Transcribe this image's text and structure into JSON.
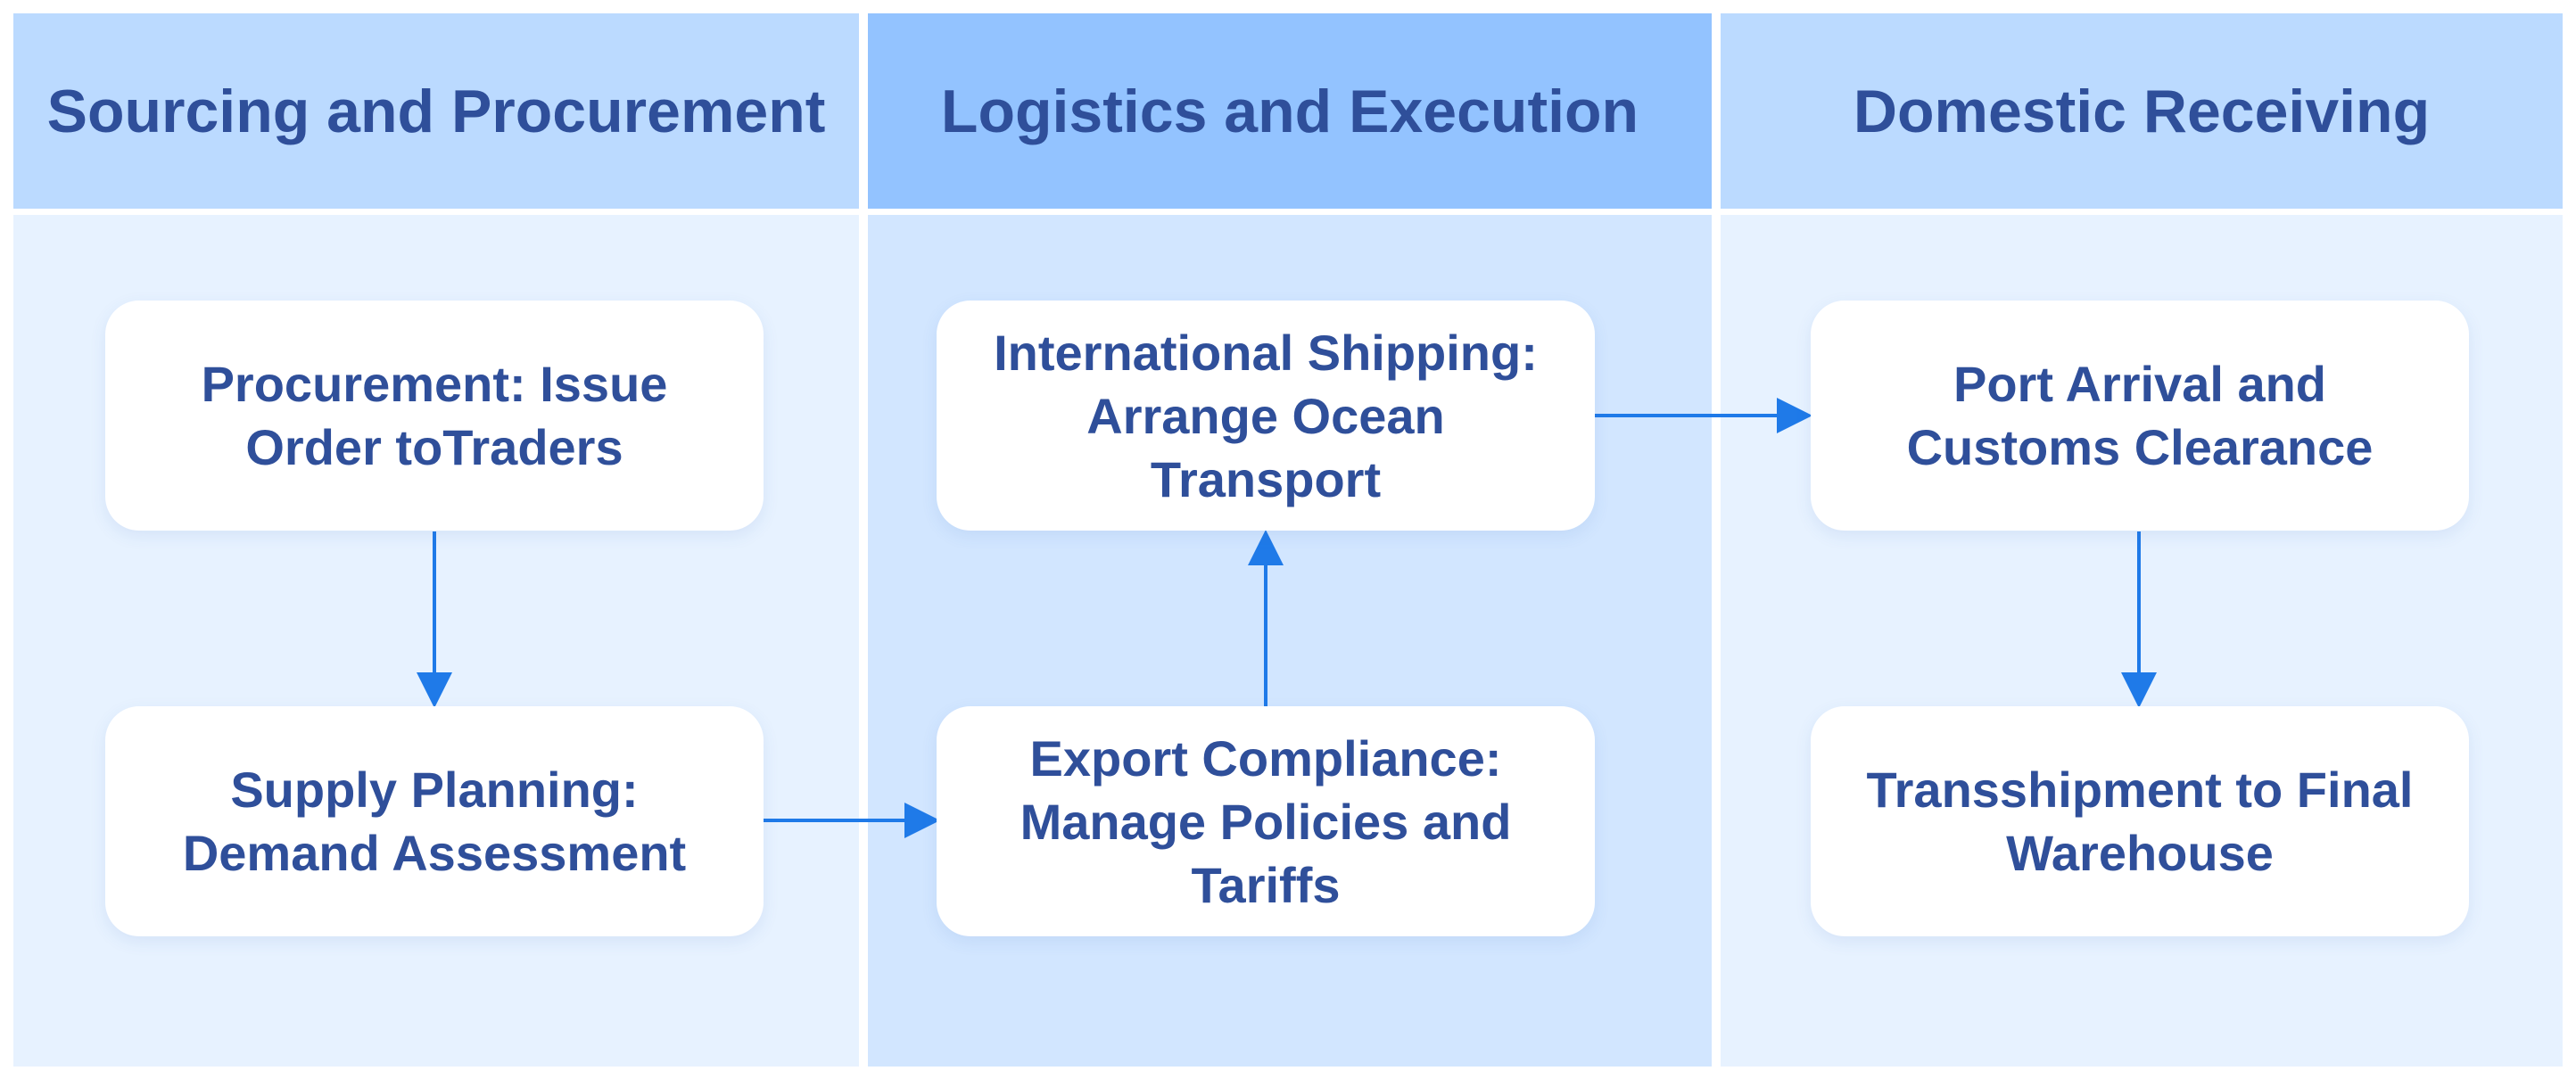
{
  "lanes": [
    {
      "title": "Sourcing and Procurement"
    },
    {
      "title": "Logistics and Execution"
    },
    {
      "title": "Domestic Receiving"
    }
  ],
  "nodes": {
    "procurement": "Procurement: Issue Order toTraders",
    "supply_planning": "Supply Planning: Demand Assessment",
    "export_compliance": "Export Compliance: Manage Policies and Tariffs",
    "international_shipping": "International Shipping: Arrange Ocean Transport",
    "port_arrival": "Port Arrival and Customs Clearance",
    "transshipment": "Transshipment to Final Warehouse"
  },
  "edges": [
    {
      "from": "procurement",
      "to": "supply_planning"
    },
    {
      "from": "supply_planning",
      "to": "export_compliance"
    },
    {
      "from": "export_compliance",
      "to": "international_shipping"
    },
    {
      "from": "international_shipping",
      "to": "port_arrival"
    },
    {
      "from": "port_arrival",
      "to": "transshipment"
    }
  ],
  "colors": {
    "lane_header_light": "#bbdaff",
    "lane_header_mid": "#93c3ff",
    "lane_body_light": "#e7f2ff",
    "lane_body_mid": "#d2e6ff",
    "text": "#2f4f9a",
    "arrow": "#1f7ae8"
  }
}
